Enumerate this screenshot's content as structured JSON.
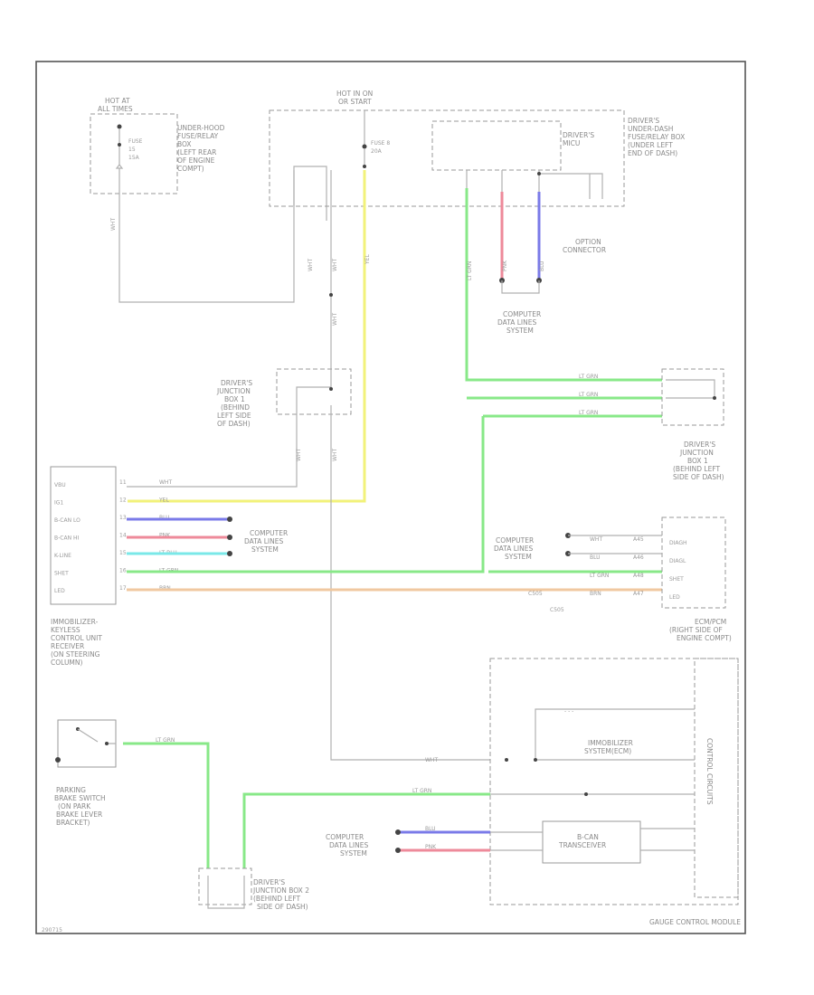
{
  "labels": {
    "hot_all": [
      "HOT AT",
      "ALL TIMES"
    ],
    "fuse_left": [
      "FUSE",
      "15",
      "15A"
    ],
    "underhood": [
      "UNDER-HOOD",
      "FUSE/RELAY",
      "BOX",
      "(LEFT REAR",
      "OF ENGINE",
      "COMPT)"
    ],
    "hot_run": [
      "HOT IN ON",
      "OR START"
    ],
    "fuse_mid": [
      "FUSE 8",
      "20A"
    ],
    "drivers_under_dash": [
      "DRIVER'S",
      "UNDER-DASH",
      "FUSE/RELAY BOX",
      "(UNDER LEFT",
      "END OF DASH)"
    ],
    "drivers_mcu": [
      "DRIVER'S",
      "MICU"
    ],
    "option_connector": [
      "OPTION",
      "CONNECTOR"
    ],
    "cdl_top": [
      "COMPUTER",
      "DATA LINES",
      "SYSTEM"
    ],
    "jb1_left": [
      "DRIVER'S",
      "JUNCTION",
      "BOX 1",
      "(BEHIND",
      "LEFT SIDE",
      "OF DASH)"
    ],
    "jb1_right": [
      "DRIVER'S",
      "JUNCTION",
      "BOX 1",
      "(BEHIND LEFT",
      "SIDE OF DASH)"
    ],
    "immobilizer": [
      "IMMOBILIZER-",
      "KEYLESS",
      "CONTROL UNIT",
      "RECEIVER",
      "(ON STEERING",
      "COLUMN)"
    ],
    "cdl_mid": [
      "COMPUTER",
      "DATA LINES",
      "SYSTEM"
    ],
    "cdl_right": [
      "COMPUTER",
      "DATA LINES",
      "SYSTEM"
    ],
    "c505": "C505",
    "ecm_pcm": [
      "ECM/PCM",
      "(RIGHT SIDE OF",
      "ENGINE COMPT)"
    ],
    "parking_brake": [
      "PARKING",
      "BRAKE SWITCH",
      "(ON PARK",
      "BRAKE LEVER",
      "BRACKET)"
    ],
    "jb2": [
      "DRIVER'S",
      "JUNCTION BOX 2",
      "(BEHIND LEFT",
      "SIDE OF DASH)"
    ],
    "cdl_bottom": [
      "COMPUTER",
      "DATA LINES",
      "SYSTEM"
    ],
    "immob_system": [
      "IMMOBILIZER",
      "SYSTEM(ECM)"
    ],
    "bcan": [
      "B-CAN",
      "TRANSCEIVER"
    ],
    "control_circuits": "CONTROL CIRCUITS",
    "gauge_module": "GAUGE CONTROL MODULE",
    "corner": "290715"
  },
  "unit_pins": [
    {
      "pin": "VBU",
      "num": "11",
      "wire": "WHT"
    },
    {
      "pin": "IG1",
      "num": "12",
      "wire": "YEL"
    },
    {
      "pin": "B-CAN LO",
      "num": "13",
      "wire": "BLU"
    },
    {
      "pin": "B-CAN HI",
      "num": "14",
      "wire": "PNK"
    },
    {
      "pin": "K-LINE",
      "num": "15",
      "wire": "LT BLU"
    },
    {
      "pin": "SHET",
      "num": "16",
      "wire": "LT GRN"
    },
    {
      "pin": "LED",
      "num": "17",
      "wire": "BRN"
    }
  ],
  "ecm_pins": [
    {
      "pin": "DIAGH",
      "num": "A45",
      "wire": "WHT"
    },
    {
      "pin": "DIAGL",
      "num": "A46",
      "wire": "BLU"
    },
    {
      "pin": "SHET",
      "num": "A48",
      "wire": "LT GRN"
    },
    {
      "pin": "LED",
      "num": "A47",
      "wire": "BRN"
    }
  ],
  "wires": {
    "wht": "WHT",
    "yel": "YEL",
    "lt_grn": "LT GRN",
    "blu": "BLU",
    "pnk": "PNK",
    "brn": "BRN"
  },
  "colors": {
    "lt_grn": "#88e888",
    "yellow": "#f2f27a",
    "blue": "#7a7ae8",
    "pink": "#ee8a9a",
    "cyan": "#7ae8e8",
    "brown": "#f0c8a0",
    "frame": "#555555",
    "text": "#9a9a9a"
  }
}
